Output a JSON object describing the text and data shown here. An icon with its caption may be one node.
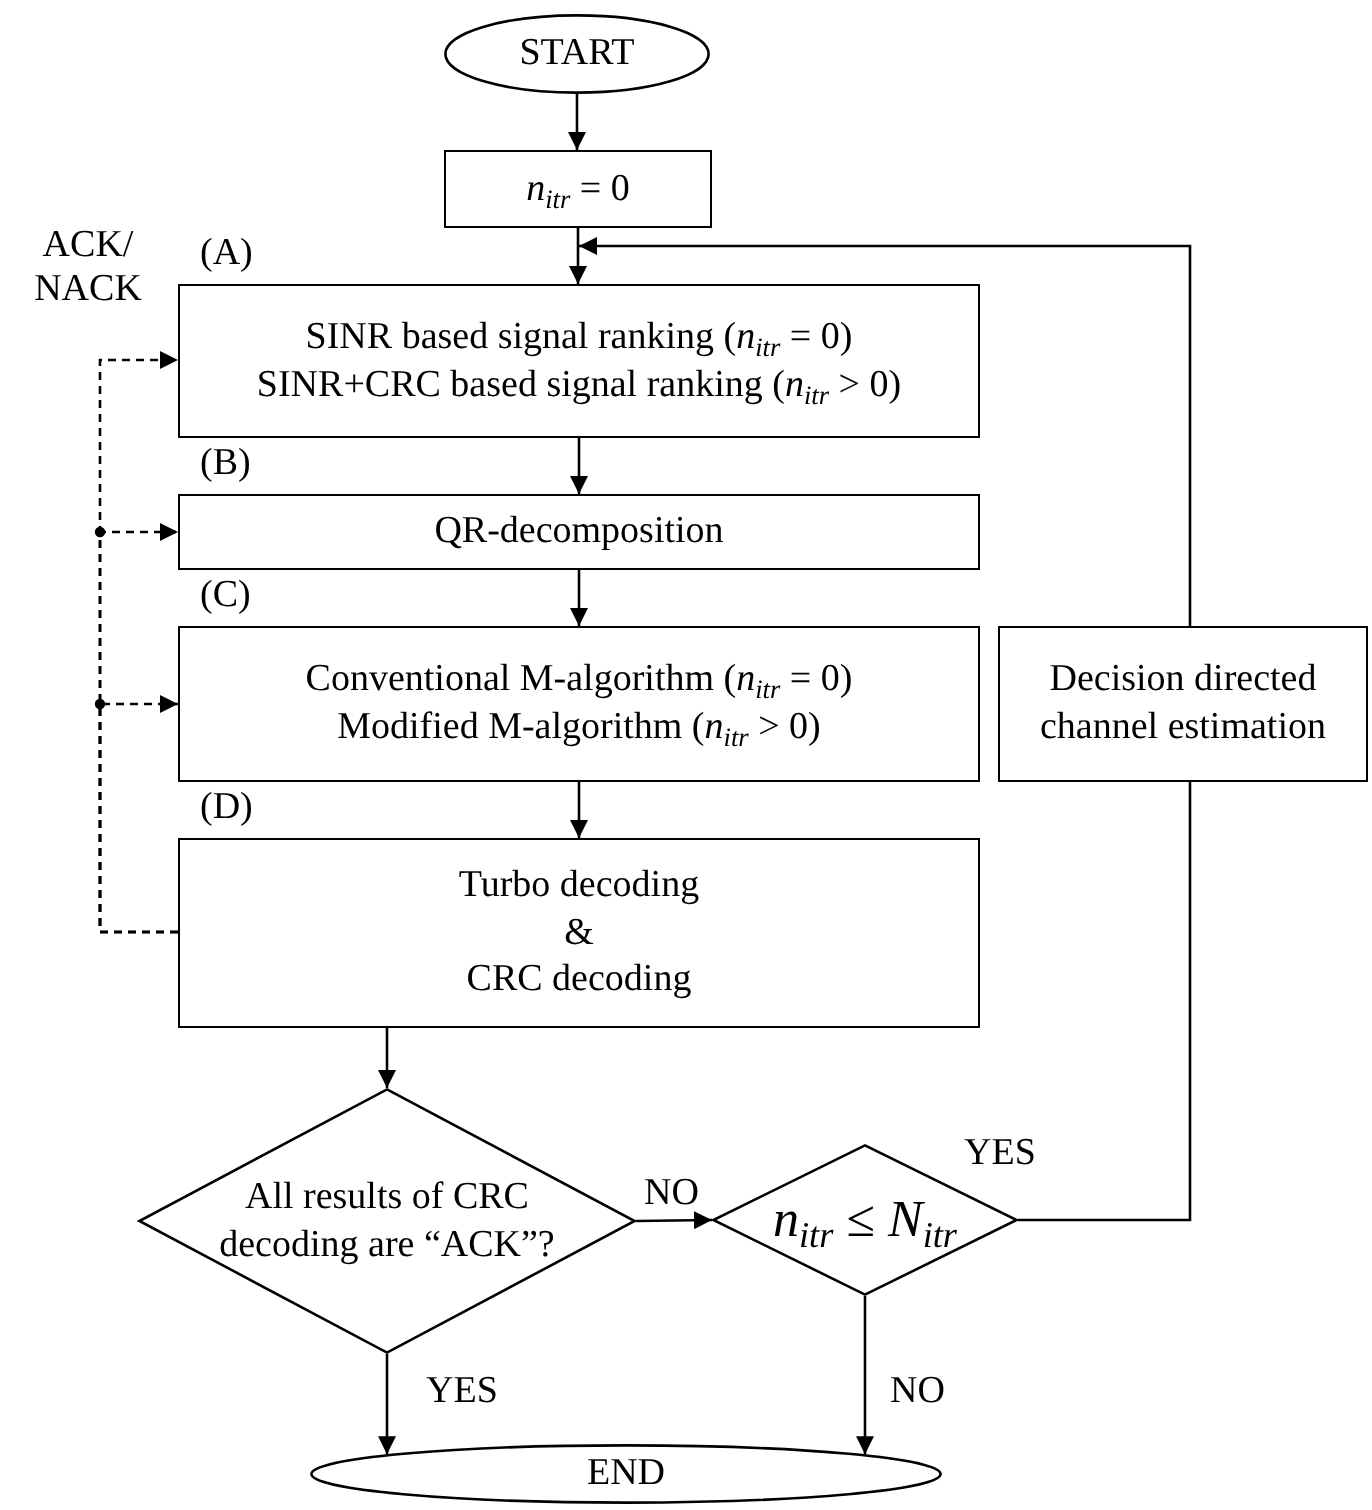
{
  "diagram": {
    "nodes": [
      {
        "text": [
          "START"
        ]
      },
      {
        "text": [
          "*n*$_{itr}$ = 0"
        ]
      },
      {
        "text": [
          "SINR based signal ranking (*n*$_{itr}$ = 0)",
          "SINR+CRC based signal ranking (*n*$_{itr}$ > 0)"
        ],
        "beside": [
          "(A)"
        ]
      },
      {
        "text": [
          "QR-decomposition"
        ],
        "beside": [
          "(B)"
        ]
      },
      {
        "text": [
          "Conventional M-algorithm (*n*$_{itr}$ = 0)",
          "Modified M-algorithm (*n*$_{itr}$ > 0)"
        ],
        "beside": [
          "(C)"
        ]
      },
      {
        "text": [
          "Decision directed channel estimation"
        ]
      },
      {
        "text": [
          "Turbo decoding",
          "&",
          "CRC decoding"
        ],
        "beside": [
          "(D)"
        ]
      },
      {
        "text": [
          "All results of CRC decoding are “ACK”?"
        ]
      },
      {
        "text": [
          "*n*$_{itr}$ ≤ *N*$_{itr}$"
        ]
      },
      {
        "text": [
          "END"
        ]
      }
    ],
    "edges": [
      {
        "from": 0,
        "to": 1,
        "arrow": "to"
      },
      {
        "from": 1,
        "to": 2,
        "arrow": "to"
      },
      {
        "from": 2,
        "to": 3,
        "arrow": "to"
      },
      {
        "from": 3,
        "to": 4,
        "arrow": "to"
      },
      {
        "from": 4,
        "to": 6,
        "arrow": "to"
      },
      {
        "from": 6,
        "to": 7,
        "arrow": "to"
      },
      {
        "from": 7,
        "to": 8,
        "arrow": "to",
        "label": "NO"
      },
      {
        "from": 7,
        "to": 9,
        "arrow": "to",
        "label": "YES"
      },
      {
        "from": 8,
        "to": 9,
        "arrow": "to",
        "label": "NO"
      },
      {
        "from": 8,
        "to": 5,
        "arrow": "none",
        "label": "YES"
      },
      {
        "from": 5,
        "to": 2,
        "arrow": "to"
      },
      {
        "from": 6,
        "to": 2,
        "arrow": "to",
        "style": "dashed"
      },
      {
        "from": 6,
        "to": 3,
        "arrow": "to",
        "style": "dashed"
      },
      {
        "from": 6,
        "to": 4,
        "arrow": "to",
        "style": "dashed"
      }
    ],
    "labels": [
      "ACK/ NACK"
    ]
  }
}
